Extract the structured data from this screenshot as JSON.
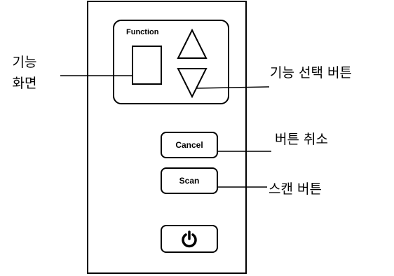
{
  "panel": {
    "function_label": "Function",
    "buttons": {
      "cancel_label": "Cancel",
      "scan_label": "Scan",
      "power_icon": "power-icon"
    },
    "arrows": {
      "up_icon": "triangle-up-icon",
      "down_icon": "triangle-down-icon"
    }
  },
  "callouts": {
    "function_screen_line1": "기능",
    "function_screen_line2": "화면",
    "function_select_buttons": "기능 선택 버튼",
    "cancel_button": "버튼 취소",
    "scan_button": "스캔 버튼"
  }
}
